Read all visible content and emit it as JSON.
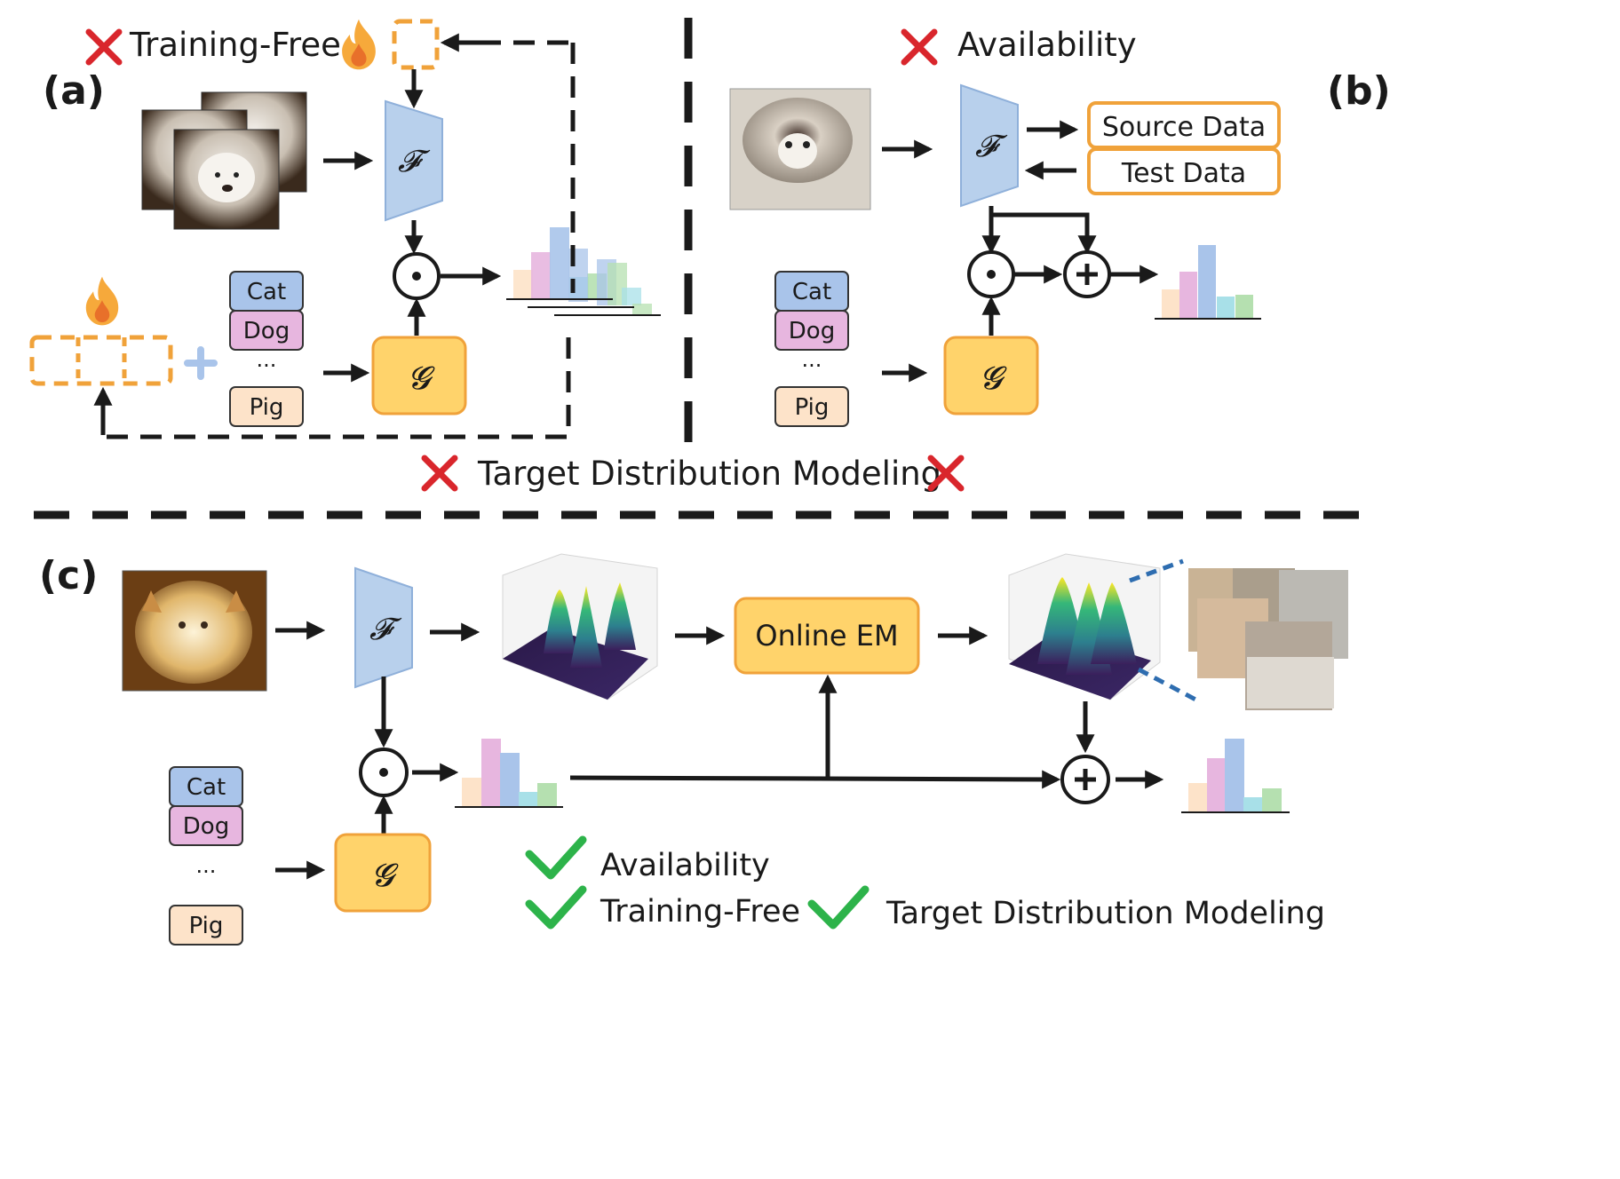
{
  "panels": {
    "a": {
      "label": "(a)",
      "training_free": "Training-Free",
      "classes": [
        "Cat",
        "Dog",
        "···",
        "Pig"
      ],
      "encoder_symbol": "𝓕",
      "generator_symbol": "𝓖"
    },
    "b": {
      "label": "(b)",
      "availability": "Availability",
      "source_data": "Source Data",
      "test_data": "Test Data",
      "classes": [
        "Cat",
        "Dog",
        "···",
        "Pig"
      ],
      "encoder_symbol": "𝓕",
      "generator_symbol": "𝓖"
    },
    "c": {
      "label": "(c)",
      "online_em": "Online EM",
      "classes": [
        "Cat",
        "Dog",
        "···",
        "Pig"
      ],
      "encoder_symbol": "𝓕",
      "generator_symbol": "𝓖",
      "check_availability": "Availability",
      "check_training_free": "Training-Free",
      "check_target": "Target Distribution Modeling"
    }
  },
  "shared": {
    "target_distribution_modeling": "Target Distribution Modeling"
  },
  "icons": {
    "cross": "cross-icon",
    "check": "check-icon",
    "fire": "fire-icon"
  },
  "colors": {
    "encoder_fill": "#b8d0ec",
    "generator_fill": "#ffd36b",
    "generator_stroke": "#f0a23a",
    "orange_dashed": "#f0a23a",
    "cross": "#d9262c",
    "check": "#2db34a",
    "cat_fill": "#a9c4ea",
    "dog_fill": "#e7b6df",
    "pig_fill": "#fde3c9",
    "bar_colors": [
      "#fde3c9",
      "#e7b6df",
      "#a9c4ea",
      "#a8e0e8",
      "#b5e0b0"
    ]
  }
}
